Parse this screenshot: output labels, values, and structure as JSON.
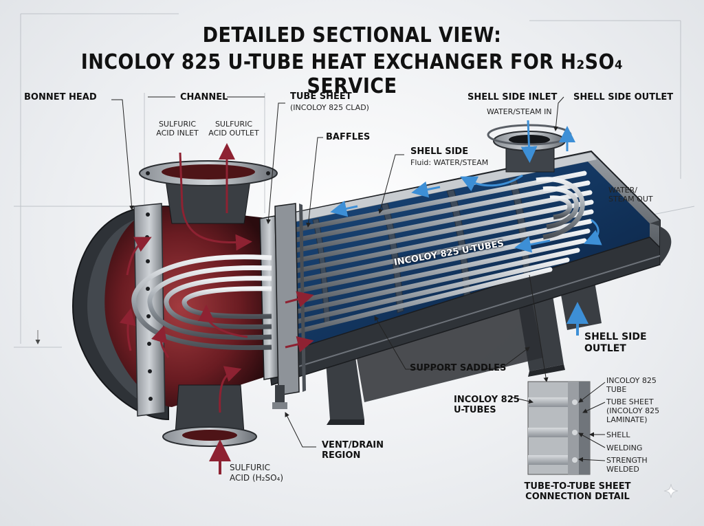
{
  "title": {
    "line1": "DETAILED SECTIONAL VIEW:",
    "line2": "INCOLOY 825 U-TUBE HEAT EXCHANGER FOR H₂SO₄ SERVICE"
  },
  "labels": {
    "bonnet_head": "BONNET HEAD",
    "channel": "CHANNEL",
    "acid_inlet": [
      "SULFURIC",
      "ACID INLET"
    ],
    "acid_outlet": [
      "SULFURIC",
      "ACID OUTLET"
    ],
    "tube_sheet": "TUBE SHEET",
    "tube_sheet_note": "(INCOLOY 825 CLAD)",
    "baffles": "BAFFLES",
    "shell_side": "SHELL SIDE",
    "shell_side_fluid": "Fluid: WATER/STEAM",
    "shell_side_inlet": "SHELL SIDE INLET",
    "water_steam_in": "WATER/STEAM IN",
    "shell_side_outlet_top": "SHELL SIDE OUTLET",
    "water_steam_out": [
      "WATER/",
      "STEAM OUT"
    ],
    "shell_side_outlet_bottom": [
      "SHELL SIDE",
      "OUTLET"
    ],
    "u_tubes_center": "INCOLOY 825 U-TUBES",
    "support_saddles": "SUPPORT SADDLES",
    "vent_drain": [
      "VENT/DRAIN",
      "REGION"
    ],
    "sulfuric_acid": [
      "SULFURIC",
      "ACID (H₂SO₄)"
    ],
    "u_tubes_detail": [
      "INCOLOY 825",
      "U-TUBES"
    ]
  },
  "detail": {
    "caption": [
      "TUBE-TO-TUBE SHEET",
      "CONNECTION DETAIL"
    ],
    "callouts": {
      "tube": [
        "INCOLOY 825",
        "TUBE"
      ],
      "tube_sheet": [
        "TUBE SHEET",
        "(INCOLOY 825",
        "LAMINATE)"
      ],
      "shell": "SHELL",
      "welding": "WELDING",
      "strength": [
        "STRENGTH",
        "WELDED"
      ]
    }
  },
  "colors": {
    "acid_flow": "#8e2232",
    "water_flow": "#3d8fd6",
    "hot_side": "#7a1e24",
    "cool_side": "#10325c",
    "steel": "#5a5f66"
  },
  "icons": [
    "sparkle-icon"
  ]
}
